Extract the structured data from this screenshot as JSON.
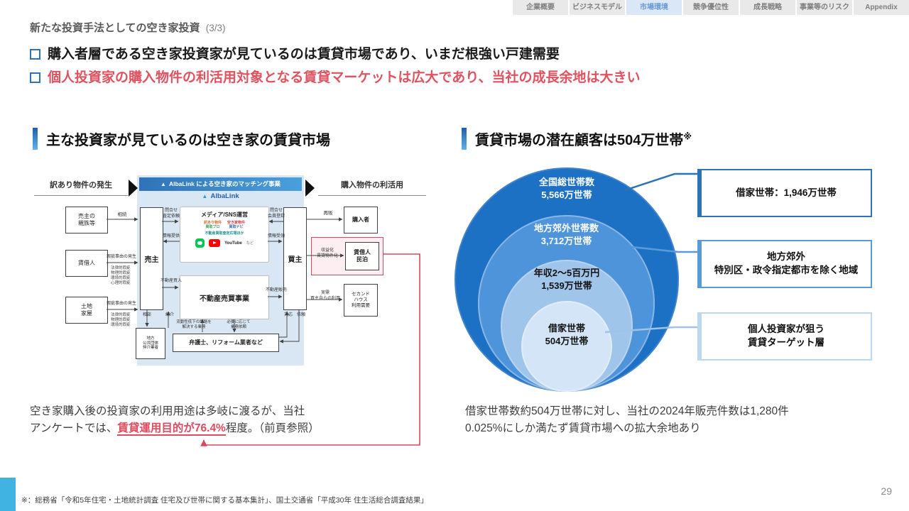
{
  "nav": {
    "tabs": [
      "企業概要",
      "ビジネスモデル",
      "市場環境",
      "競争優位性",
      "成長戦略",
      "事業等のリスク",
      "Appendix"
    ],
    "active_tab": "市場環境"
  },
  "header": {
    "title": "新たな投資手法としての空き家投資",
    "title_suffix": "(3/3)",
    "bullet1": "購入者層である空き家投資家が見ているのは賃貸市場であり、いまだ根強い戸建需要",
    "bullet2": "個人投資家の購入物件の利活用対象となる賃貸マーケットは広大であり、当社の成長余地は大きい"
  },
  "colors": {
    "accent_blue": "#2e74b5",
    "accent_red": "#e14b5f",
    "circle1": "#1d71c5",
    "circle2": "#4e94da",
    "circle3": "#9fc5ea",
    "circle4": "#d3e5f6",
    "footer_square": "#41b3e3"
  },
  "left": {
    "heading": "主な投資家が見ているのは空き家の賃貸市場",
    "flow_left_label": "訳あり物件の発生",
    "flow_right_label": "購入物件の利活用",
    "panel_title": "AlbaLink による空き家のマッチング事業",
    "logo_text": "AlbaLink",
    "seller": "売主",
    "buyer": "買主",
    "src1": {
      "line1": "売主の",
      "line2": "親族等",
      "arrow": "相続"
    },
    "src2": {
      "name": "賃借人",
      "arrow": "瑕疵事由の発生",
      "d1": "法律的瑕疵",
      "d2": "物理的瑕疵",
      "d3": "環境的瑕疵",
      "d4": "心理的瑕疵"
    },
    "src3": {
      "line1": "土地",
      "line2": "家屋",
      "arrow": "瑕疵事由の発生",
      "d1": "法律的瑕疵",
      "d2": "物理的瑕疵",
      "d3": "環境的瑕疵"
    },
    "media": {
      "title": "メディア/SNS運営",
      "logo1a": "訳あり物件",
      "logo1b": "買取プロ",
      "logo2a": "空き家物件",
      "logo2b": "買取ナビ",
      "tagline": "不動産買取査定広場ほか",
      "youtube": "YouTube",
      "etc": "など"
    },
    "trade_box": "不動産売買事業",
    "f_inquiry1": "問合せ",
    "f_inquiry2": "査定依頼",
    "f_info": "情報提供",
    "f_buy": "不動産買入",
    "f_register1": "問合せ",
    "f_register2": "会員登録",
    "f_receive": "情報受領",
    "f_sell": "不動産販売",
    "consult": "相談",
    "refer": "紹介",
    "municipal1": "地方",
    "municipal2": "公共団体",
    "municipal3": "仲介業者",
    "partner_l1": "流動性低下の課題を",
    "partner_l2": "解決する業務",
    "partner_r1": "必要に応じて",
    "partner_r2": "業務依頼",
    "partner_box": "弁護士、リフォーム業者など",
    "respond": "対応",
    "request": "依頼",
    "out1_arrow": "再販",
    "out1_box": "購入者",
    "out2_arrow1": "収益化",
    "out2_arrow2": "賃貸物件化",
    "out2_box1": "賃借人",
    "out2_box2": "民泊",
    "out3_arrow1": "実需",
    "out3_arrow2": "買主自らの利用",
    "out3_box1": "セカンド",
    "out3_box2": "ハウス",
    "out3_box3": "利用需要",
    "note_pre1": "空き家購入後の投資家の利用用途は多岐に渡るが、当社",
    "note_pre2": "アンケートでは、",
    "note_highlight": "賃貸運用目的が76.4%",
    "note_post": "程度。（前頁参照）"
  },
  "right": {
    "heading": "賃貸市場の潜在顧客は504万世帯",
    "heading_sup": "※",
    "c1_label": "全国総世帯数",
    "c1_value": "5,566万世帯",
    "c2_label": "地方郊外世帯数",
    "c2_value": "3,712万世帯",
    "c3_label": "年収2～5百万円",
    "c3_value": "1,539万世帯",
    "c4_label": "借家世帯",
    "c4_value": "504万世帯",
    "callout1": "借家世帯：1,946万世帯",
    "callout2a": "地方郊外",
    "callout2b": "特別区・政令指定都市を除く地域",
    "callout3a": "個人投資家が狙う",
    "callout3b": "賃貸ターゲット層",
    "note1": "借家世帯数約504万世帯に対し、当社の2024年販売件数は1,280件",
    "note2": "0.025%にしか満たず賃貸市場への拡大余地あり"
  },
  "footer": {
    "note": "※：総務省「令和5年住宅・土地統計調査 住宅及び世帯に関する基本集計」、国土交通省「平成30年 住生活総合調査結果」",
    "page": "29"
  },
  "chart_data": {
    "type": "nested_circles",
    "title": "賃貸市場の潜在顧客は504万世帯",
    "unit": "万世帯",
    "levels": [
      {
        "label": "全国総世帯数",
        "value": 5566
      },
      {
        "label": "地方郊外世帯数",
        "value": 3712
      },
      {
        "label": "年収2～5百万円",
        "value": 1539
      },
      {
        "label": "借家世帯",
        "value": 504
      }
    ],
    "callouts": [
      "借家世帯：1,946万世帯",
      "地方郊外 特別区・政令指定都市を除く地域",
      "個人投資家が狙う賃貸ターゲット層"
    ]
  }
}
